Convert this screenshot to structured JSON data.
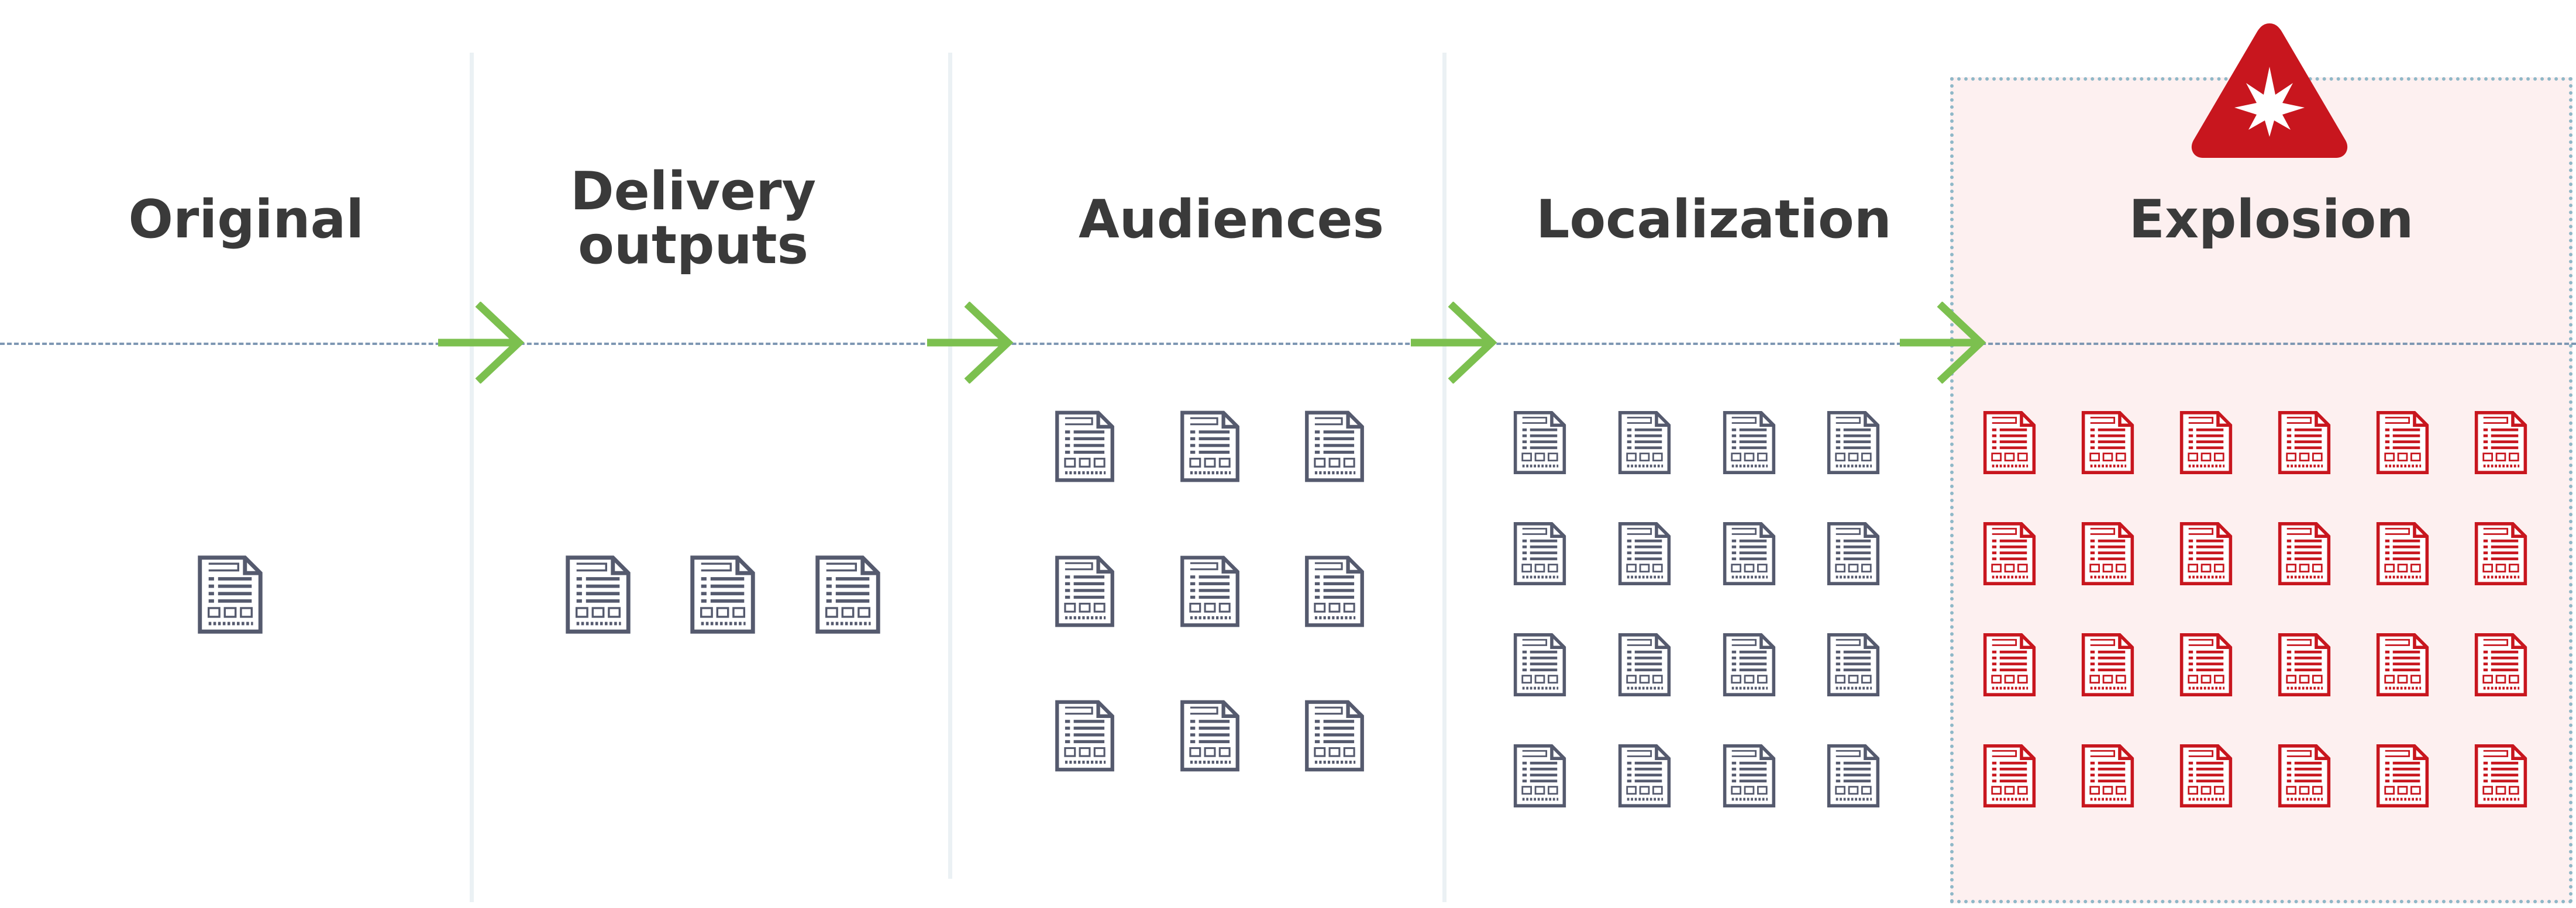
{
  "stages": [
    {
      "id": "original",
      "title": "Original",
      "document_count": 1
    },
    {
      "id": "delivery-outputs",
      "title": "Delivery outputs",
      "title_lines": [
        "Delivery",
        "outputs"
      ],
      "document_count": 3
    },
    {
      "id": "audiences",
      "title": "Audiences",
      "document_count": 9
    },
    {
      "id": "localization",
      "title": "Localization",
      "document_count": 16
    },
    {
      "id": "explosion",
      "title": "Explosion",
      "document_count": 24
    }
  ],
  "arrows": 4,
  "icons": {
    "document": "document-icon",
    "warning": "explosion-warning-icon",
    "arrow": "arrow-right-icon"
  },
  "colors": {
    "document_default": "#555a6e",
    "document_explosion": "#c8161e",
    "arrow": "#7cc04f",
    "warning": "#c8161e",
    "explosion_panel_background": "#fdf0f0",
    "flow_line": "#7e97b3",
    "title_text": "#3a3a3a"
  }
}
